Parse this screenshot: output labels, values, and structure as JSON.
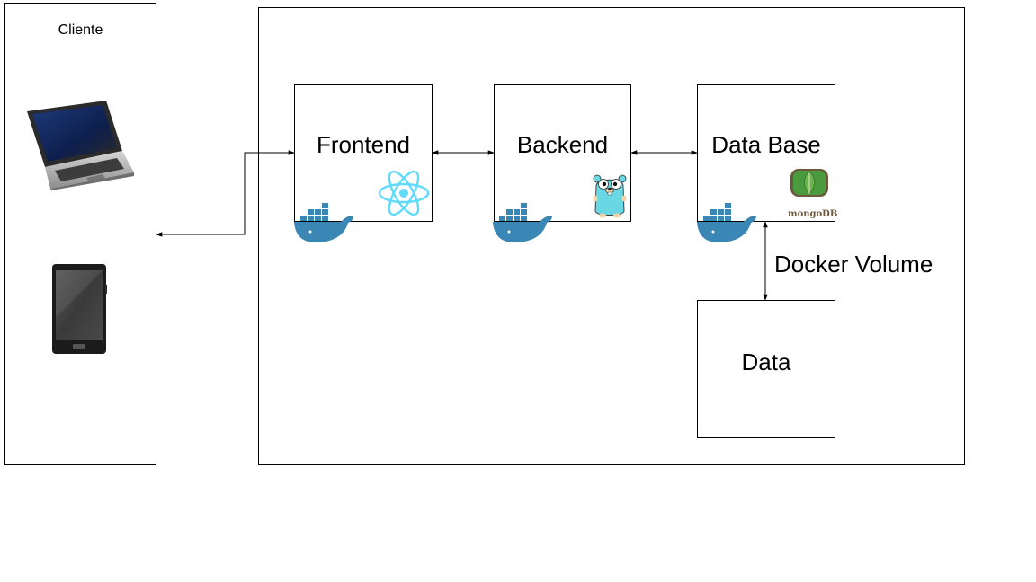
{
  "client": {
    "title": "Cliente"
  },
  "services": {
    "frontend": {
      "title": "Frontend"
    },
    "backend": {
      "title": "Backend"
    },
    "database": {
      "title": "Data Base",
      "logo_text": "mongoDB"
    }
  },
  "storage": {
    "title": "Data",
    "connector_label": "Docker Volume"
  },
  "icons": {
    "laptop": "laptop-icon",
    "phone": "smartphone-icon",
    "docker": "docker-whale-icon",
    "react": "react-logo-icon",
    "go": "go-gopher-icon",
    "mongo": "mongodb-leaf-icon"
  },
  "colors": {
    "docker_blue": "#3a86b5",
    "react_cyan": "#61dafb",
    "gopher_blue": "#6ad7e5",
    "mongo_green": "#4a9b3e",
    "mongo_brown": "#6b5a3a"
  }
}
